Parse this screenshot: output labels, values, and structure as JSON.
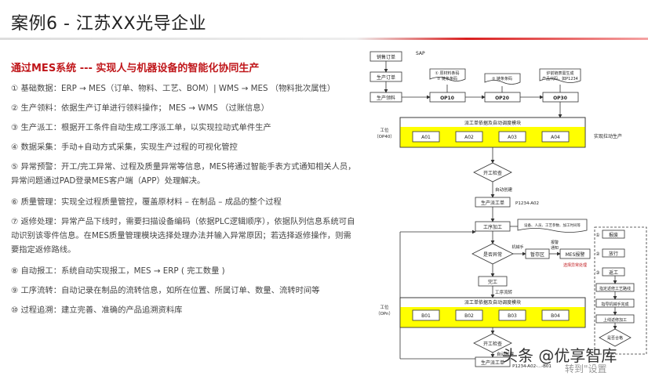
{
  "header": {
    "title": "案例6 -  江苏XX光导企业"
  },
  "subtitle": "通过MES系统  --- 实现人与机器设备的智能化协同生产",
  "items": [
    "① 基础数据：ERP → MES（订单、物料、工艺、BOM）| WMS → MES （物料批次属性）",
    "② 生产领料：依据生产订单进行领料操作；  MES → WMS （过账信息）",
    "③ 生产派工：根据开工条件自动生成工序派工单，以实现拉动式单件生产",
    "④ 数据采集：手动+自动方式采集，实现生产过程的可视化管控",
    "⑤ 异常预警：开工/完工异常、过程及质量异常等信息，MES将通过智能手表方式通知相关人员，    异常问题通过PAD登录MES客户端（APP）处理解决。",
    "⑥ 质量管理：实现全过程质量管控，覆盖原材料 – 在制品 – 成品的整个过程",
    "⑦ 返修处理：异常产品下线时，需要扫描设备编码（依据PLC逻辑顺序），依据队列信息系统可自动识别该零件信息。在MES质量管理模块选择处理办法并输入异常原因；若选择返修操作，则需要指定返修路线。",
    "⑧ 自动报工：系统自动实现报工，MES → ERP ( 完工数量 )",
    "⑨ 工序流转：自动记录在制品的流转信息，如所在位置、所属订单、数量、流转时间等",
    "⑩ 过程追溯：建立完善、准确的产品追溯资料库"
  ],
  "diagram": {
    "sap_label": "SAP",
    "top_boxes": [
      "销售订单",
      "生产订单",
      "生产领料"
    ],
    "ops": [
      "OP10",
      "OP20",
      "OP30"
    ],
    "doc1": [
      "① 原材料条码",
      "② 链条条码"
    ],
    "doc2": "② 链条条码",
    "doc3": [
      "炉前链表需生成",
      "产品代码，如P1234"
    ],
    "dispatch_title": "派工单依据及自动调度模块",
    "band1_label": [
      "工位",
      "（OP40）"
    ],
    "band1_cells": [
      "A01",
      "A02",
      "A03",
      "A04"
    ],
    "pull_label": "实现拉动生产",
    "start_check": "开工检查",
    "auto_create": "自动创建",
    "dispatch_order": "生产派工单",
    "po_code": "P1234-A02",
    "process": "工序加工",
    "doc_info": "设备、人员、工艺参数、加工时间等",
    "anomaly": "是否异常",
    "manipulator": "机械手",
    "hold_area": "暂存区",
    "alarm": [
      "报警",
      "通知"
    ],
    "mes_alarm": "MES报警",
    "phone_note": "选择异常处理",
    "done": "完工",
    "flow": "工序流转",
    "band2_label": [
      "工位",
      "（OPn）"
    ],
    "band2_cells": [
      "B01",
      "B02",
      "B03",
      "B04"
    ],
    "start_check2": "开工检查",
    "auto_create2": "自动创建",
    "dispatch_order2": "生产派工单",
    "po_code2": "P1234-A02-...-B01",
    "right_col": [
      "报废",
      "放行",
      "返工",
      "指定返修工艺路线",
      "指导机械手完成",
      "上线返修加工"
    ],
    "right_nums": [
      "①",
      "②",
      "③"
    ],
    "right_diamond": "是否合格"
  },
  "watermark": {
    "main": "头条 @优享智库",
    "sub": "转到\"设置"
  }
}
